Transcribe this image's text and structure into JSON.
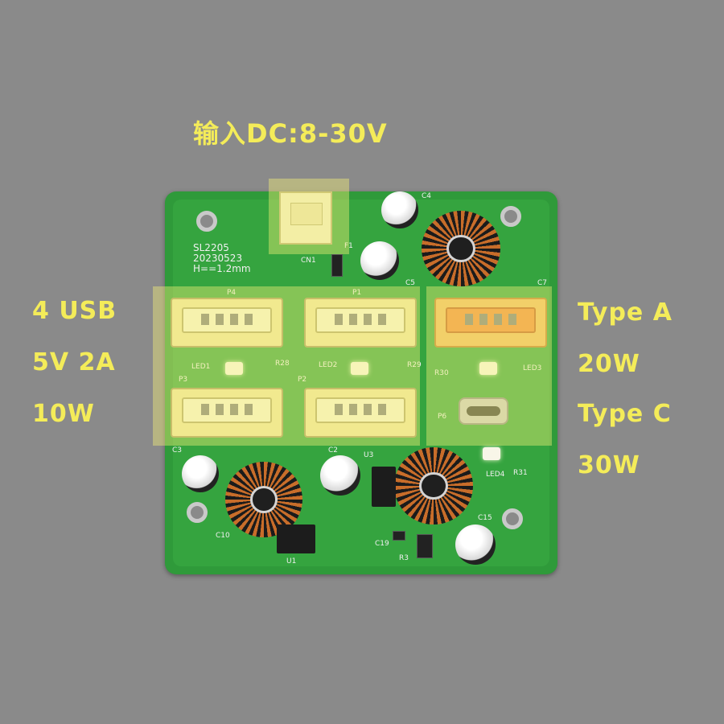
{
  "title": "输入DC:8-30V",
  "left_labels": [
    "4 USB",
    "5V 2A",
    "10W"
  ],
  "right_labels": [
    "Type A",
    "20W",
    "Type C",
    "30W"
  ],
  "board": {
    "silkscreen": [
      "SL2205",
      "20230523",
      "H==1.2mm"
    ],
    "designators": {
      "cn1": "CN1",
      "f1": "F1",
      "c4": "C4",
      "c5": "C5",
      "c7": "C7",
      "p4": "P4",
      "p1": "P1",
      "p3": "P3",
      "p2": "P2",
      "p6": "P6",
      "led1": "LED1",
      "r28": "R28",
      "led2": "LED2",
      "r29": "R29",
      "r30": "R30",
      "led3": "LED3",
      "led4": "LED4",
      "r31": "R31",
      "c3": "C3",
      "c2": "C2",
      "u3": "U3",
      "c10": "C10",
      "u1": "U1",
      "c19": "C19",
      "r3": "R3",
      "c15": "C15"
    }
  },
  "colors": {
    "background": "#8a8a8a",
    "label": "#f4ec59",
    "pcb": "#2f9a3a",
    "highlight": "#f6f078"
  }
}
